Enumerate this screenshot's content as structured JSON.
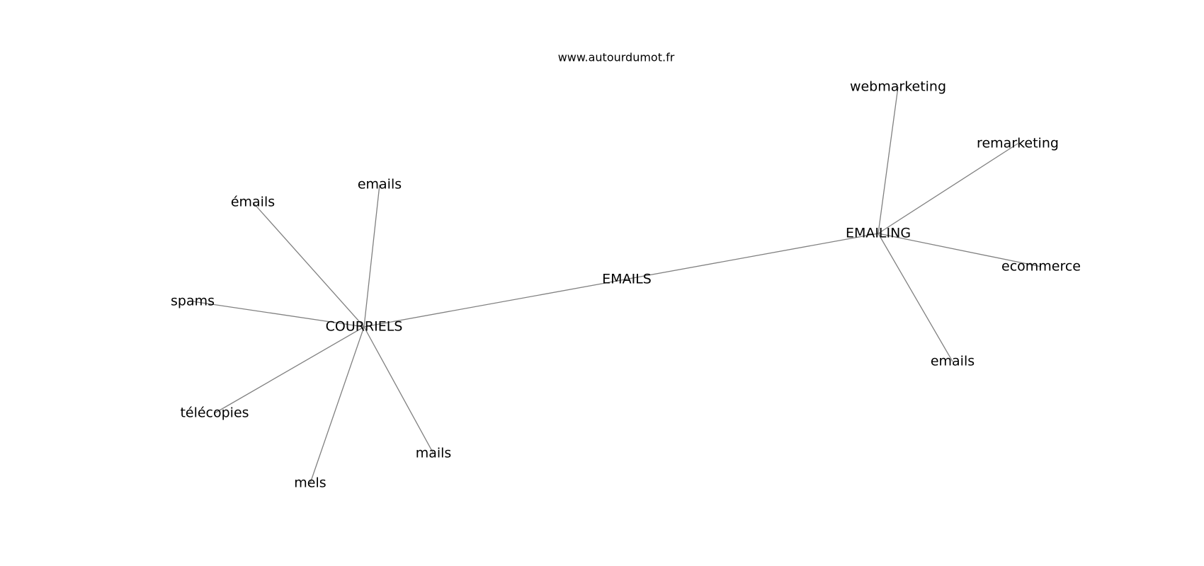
{
  "site": "www.autourdumot.fr",
  "graph": {
    "nodes": [
      {
        "id": "emails_center",
        "label": "EMAILS"
      },
      {
        "id": "courriels",
        "label": "COURRIELS"
      },
      {
        "id": "emailing",
        "label": "EMAILING"
      },
      {
        "id": "emails_c",
        "label": "emails"
      },
      {
        "id": "emails_accent",
        "label": "émails"
      },
      {
        "id": "spams",
        "label": "spams"
      },
      {
        "id": "telecopies",
        "label": "télécopies"
      },
      {
        "id": "mels",
        "label": "mels"
      },
      {
        "id": "mails",
        "label": "mails"
      },
      {
        "id": "webmarketing",
        "label": "webmarketing"
      },
      {
        "id": "remarketing",
        "label": "remarketing"
      },
      {
        "id": "ecommerce",
        "label": "ecommerce"
      },
      {
        "id": "emails_e",
        "label": "emails"
      }
    ],
    "edges": [
      [
        "courriels",
        "emailing"
      ],
      [
        "courriels",
        "emails_c"
      ],
      [
        "courriels",
        "emails_accent"
      ],
      [
        "courriels",
        "spams"
      ],
      [
        "courriels",
        "telecopies"
      ],
      [
        "courriels",
        "mels"
      ],
      [
        "courriels",
        "mails"
      ],
      [
        "emailing",
        "webmarketing"
      ],
      [
        "emailing",
        "remarketing"
      ],
      [
        "emailing",
        "ecommerce"
      ],
      [
        "emailing",
        "emails_e"
      ]
    ]
  }
}
